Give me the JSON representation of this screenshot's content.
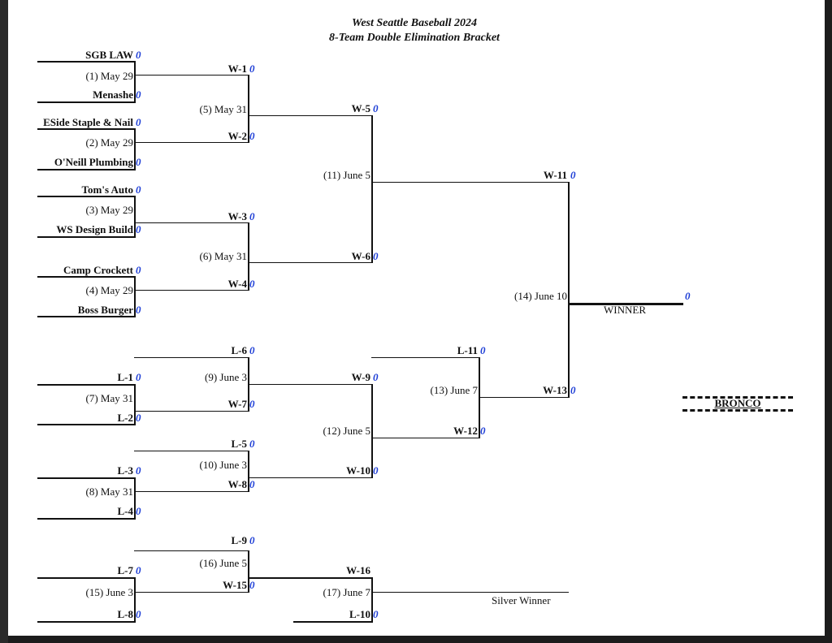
{
  "header": {
    "title": "West Seattle Baseball 2024",
    "subtitle": "8-Team Double Elimination Bracket"
  },
  "teams": {
    "t1": {
      "name": "SGB LAW",
      "score": "0"
    },
    "t2": {
      "name": "Menashe",
      "score": "0"
    },
    "t3": {
      "name": "ESide Staple & Nail",
      "score": "0"
    },
    "t4": {
      "name": "O'Neill Plumbing",
      "score": "0"
    },
    "t5": {
      "name": "Tom's Auto",
      "score": "0"
    },
    "t6": {
      "name": "WS Design Build",
      "score": "0"
    },
    "t7": {
      "name": "Camp Crockett",
      "score": "0"
    },
    "t8": {
      "name": "Boss Burger",
      "score": "0"
    }
  },
  "slots": {
    "w1": {
      "label": "W-1",
      "score": "0"
    },
    "w2": {
      "label": "W-2",
      "score": "0"
    },
    "w3": {
      "label": "W-3",
      "score": "0"
    },
    "w4": {
      "label": "W-4",
      "score": "0"
    },
    "w5": {
      "label": "W-5",
      "score": "0"
    },
    "w6": {
      "label": "W-6",
      "score": "0"
    },
    "w11": {
      "label": "W-11",
      "score": "0"
    },
    "w13": {
      "label": "W-13",
      "score": "0"
    },
    "l1": {
      "label": "L-1",
      "score": "0"
    },
    "l2": {
      "label": "L-2",
      "score": "0"
    },
    "l3": {
      "label": "L-3",
      "score": "0"
    },
    "l4": {
      "label": "L-4",
      "score": "0"
    },
    "l5": {
      "label": "L-5",
      "score": "0"
    },
    "l6": {
      "label": "L-6",
      "score": "0"
    },
    "w7": {
      "label": "W-7",
      "score": "0"
    },
    "w8": {
      "label": "W-8",
      "score": "0"
    },
    "w9": {
      "label": "W-9",
      "score": "0"
    },
    "w10": {
      "label": "W-10",
      "score": "0"
    },
    "l11": {
      "label": "L-11",
      "score": "0"
    },
    "w12": {
      "label": "W-12",
      "score": "0"
    },
    "l7": {
      "label": "L-7",
      "score": "0"
    },
    "l8": {
      "label": "L-8",
      "score": "0"
    },
    "l9": {
      "label": "L-9",
      "score": "0"
    },
    "w15": {
      "label": "W-15",
      "score": "0"
    },
    "w16": {
      "label": "W-16"
    },
    "l10": {
      "label": "L-10",
      "score": "0"
    }
  },
  "games": {
    "g1": "(1) May 29",
    "g2": "(2) May 29",
    "g3": "(3) May 29",
    "g4": "(4) May 29",
    "g5": "(5) May 31",
    "g6": "(6) May 31",
    "g7": "(7) May 31",
    "g8": "(8) May 31",
    "g9": "(9) June 3",
    "g10": "(10) June 3",
    "g11": "(11) June 5",
    "g12": "(12) June 5",
    "g13": "(13) June 7",
    "g14": "(14) June 10",
    "g15": "(15) June 3",
    "g16": "(16) June 5",
    "g17": "(17) June 7"
  },
  "winner": {
    "label": "WINNER",
    "score": "0"
  },
  "silver": {
    "label": "Silver Winner"
  },
  "bracket_name": "BRONCO"
}
